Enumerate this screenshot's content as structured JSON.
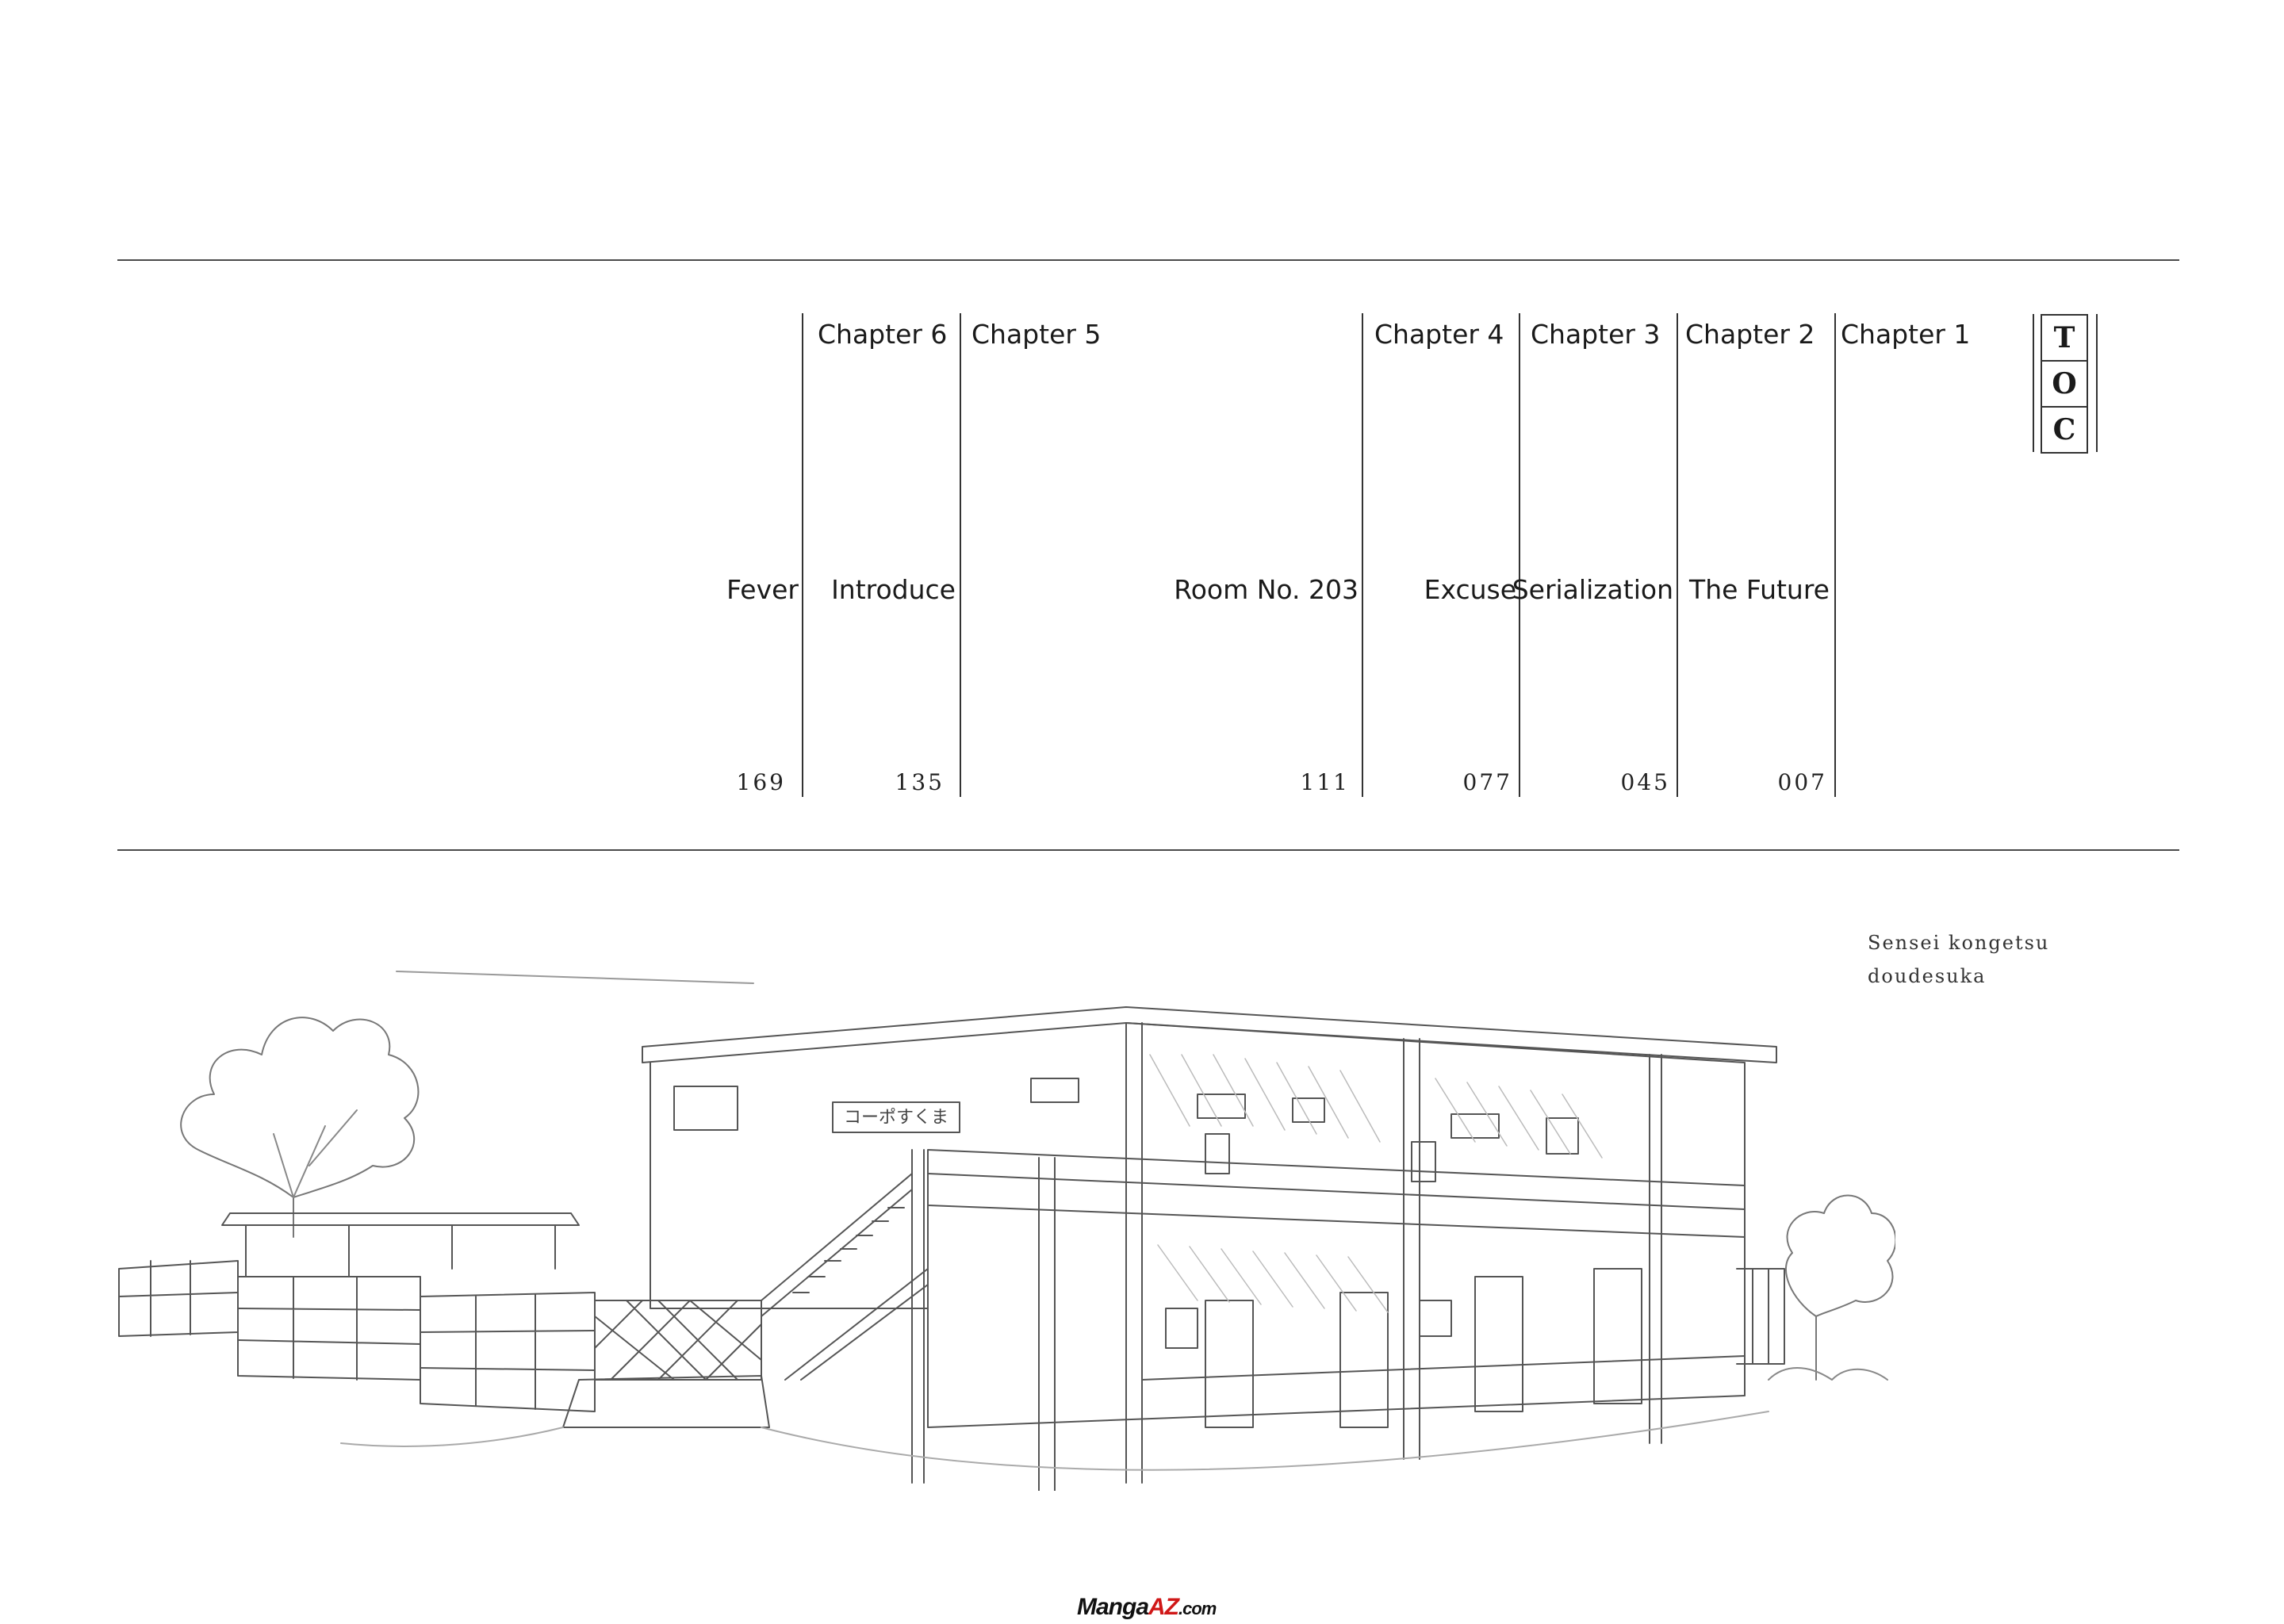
{
  "toc": {
    "letters": [
      "T",
      "O",
      "C"
    ]
  },
  "chapters": [
    {
      "label": "Chapter 1",
      "title": "The Future",
      "page": "007"
    },
    {
      "label": "Chapter 2",
      "title": "Serialization",
      "page": "045"
    },
    {
      "label": "Chapter 3",
      "title": "Excuse",
      "page": "077"
    },
    {
      "label": "Chapter 4",
      "title": "Room No. 203",
      "page": "111"
    },
    {
      "label": "Chapter 5",
      "title": "Introduce",
      "page": "135"
    },
    {
      "label": "Chapter 6",
      "title": "Fever",
      "page": "169"
    }
  ],
  "subtitle": {
    "line1": "Sensei kongetsu",
    "line2": "doudesuka"
  },
  "watermark": {
    "brand": "Manga",
    "accent": "AZ",
    "domain": ".com"
  },
  "colors": {
    "ink": "#1a1a1a",
    "rule": "#4a4a4a",
    "watermark_accent": "#d01818"
  },
  "building_sign": {
    "text": "コーポすくま"
  }
}
